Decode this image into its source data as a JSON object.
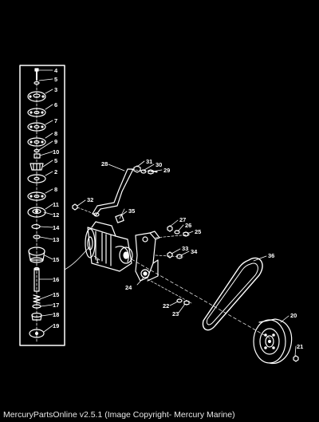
{
  "footer": {
    "caption": "MercuryPartsOnline v2.5.1 (Image Copyright- Mercury Marine)"
  },
  "callouts": [
    "1",
    "2",
    "3",
    "4",
    "5",
    "6",
    "7",
    "8",
    "9",
    "10",
    "11",
    "12",
    "13",
    "14",
    "15",
    "16",
    "17",
    "18",
    "19",
    "20",
    "21",
    "22",
    "23",
    "24",
    "25",
    "26",
    "27",
    "28",
    "29",
    "30",
    "31",
    "32",
    "33",
    "34",
    "35",
    "36"
  ],
  "colors": {
    "background": "#000000",
    "line": "#ffffff",
    "footer_text": "#e8e8e8"
  }
}
